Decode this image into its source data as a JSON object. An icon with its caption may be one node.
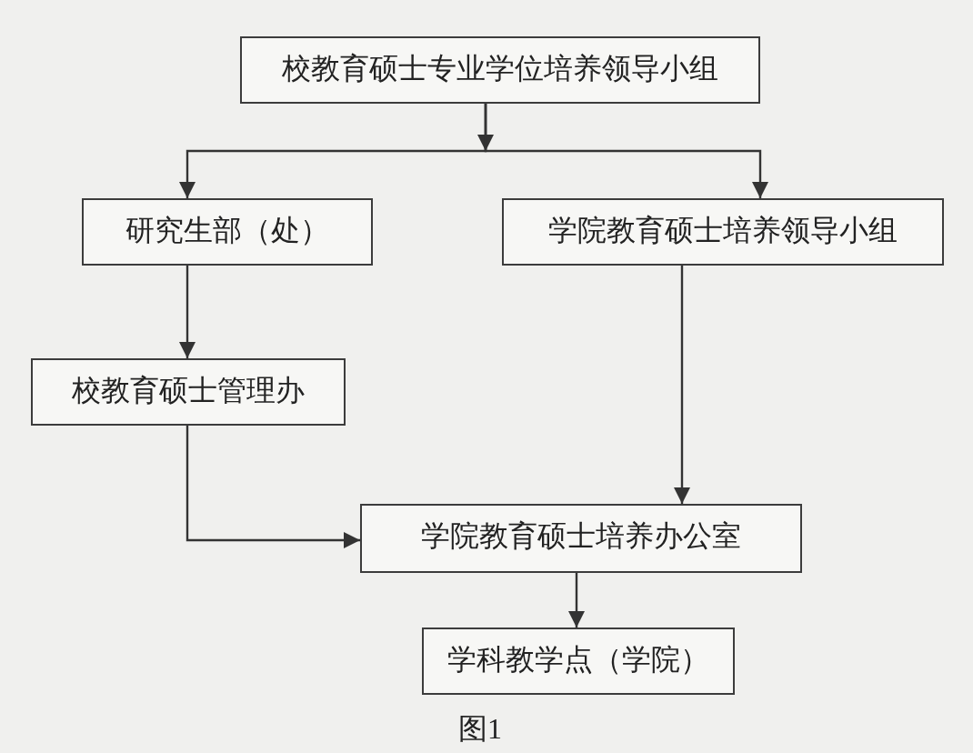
{
  "diagram": {
    "caption": "图1",
    "nodes": [
      {
        "text": [
          "校教育硕士专业学位培养领导小组"
        ]
      },
      {
        "text": [
          "研究生部（处）"
        ]
      },
      {
        "text": [
          "学院教育硕士培养领导小组"
        ]
      },
      {
        "text": [
          "校教育硕士管理办"
        ]
      },
      {
        "text": [
          "学院教育硕士培养办公室"
        ]
      },
      {
        "text": [
          "学科教学点（学院）"
        ]
      }
    ],
    "edges": [
      {
        "from": 0,
        "to": 1,
        "arrow": "to"
      },
      {
        "from": 0,
        "to": 2,
        "arrow": "to"
      },
      {
        "from": 1,
        "to": 3,
        "arrow": "to"
      },
      {
        "from": 3,
        "to": 4,
        "arrow": "to"
      },
      {
        "from": 2,
        "to": 4,
        "arrow": "to"
      },
      {
        "from": 4,
        "to": 5,
        "arrow": "to"
      }
    ]
  }
}
